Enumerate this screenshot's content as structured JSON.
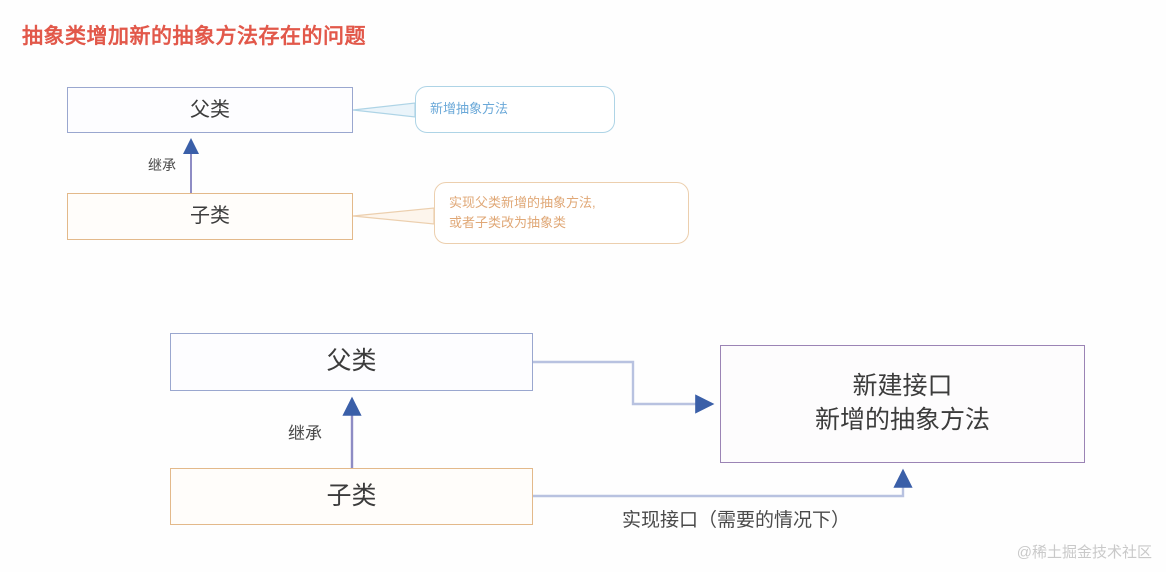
{
  "page": {
    "title": "抽象类增加新的抽象方法存在的问题",
    "title_color": "#e2584a",
    "watermark": "@稀土掘金技术社区",
    "background": "#fefefe"
  },
  "top_diagram": {
    "parent_box": {
      "label": "父类",
      "border_color": "#9aa7cf"
    },
    "child_box": {
      "label": "子类",
      "border_color": "#e3b98a"
    },
    "inherit_label": "继承",
    "callout_parent": {
      "text": "新增抽象方法",
      "border_color": "#aed4e6",
      "text_color": "#6aa8d8"
    },
    "callout_child": {
      "line1": "实现父类新增的抽象方法,",
      "line2": "或者子类改为抽象类",
      "border_color": "#eccfae",
      "text_color": "#e0a877"
    }
  },
  "bottom_diagram": {
    "parent_box": {
      "label": "父类",
      "border_color": "#9aa7cf"
    },
    "child_box": {
      "label": "子类",
      "border_color": "#e3b98a"
    },
    "interface_box": {
      "line1": "新建接口",
      "line2": "新增的抽象方法",
      "border_color": "#9b84b5"
    },
    "inherit_label": "继承",
    "implement_label": "实现接口（需要的情况下）",
    "arrow_color": "#3a5fa8",
    "connector_color": "#b8c2e0"
  }
}
